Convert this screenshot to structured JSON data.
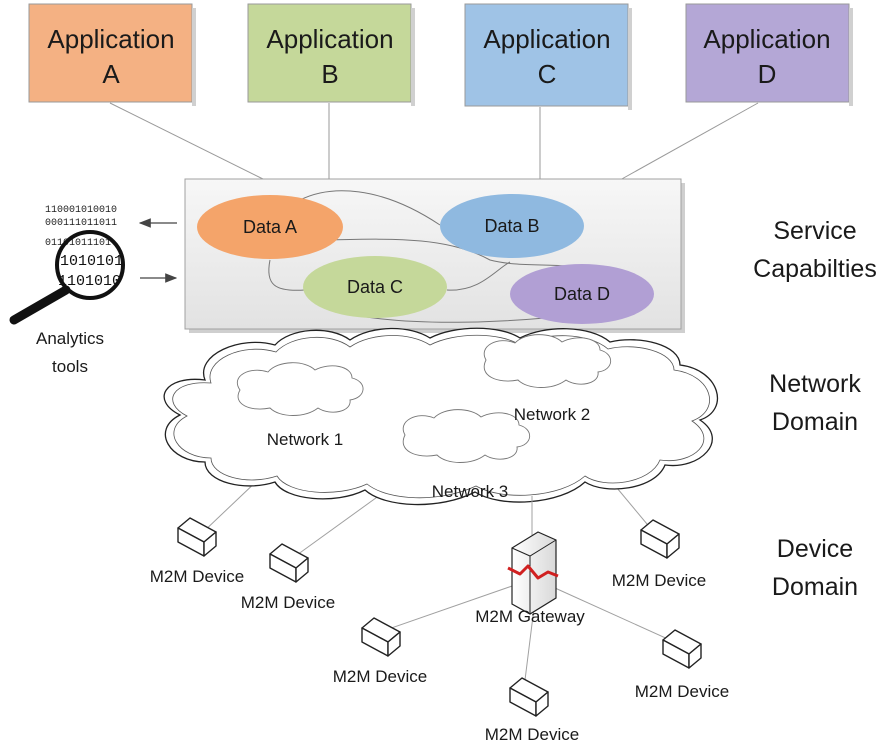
{
  "applications": [
    {
      "line1": "Application",
      "line2": "A",
      "color": "#f4b183"
    },
    {
      "line1": "Application",
      "line2": "B",
      "color": "#c5d89a"
    },
    {
      "line1": "Application",
      "line2": "C",
      "color": "#9fc3e6"
    },
    {
      "line1": "Application",
      "line2": "D",
      "color": "#b4a7d6"
    }
  ],
  "data_nodes": [
    {
      "label": "Data A",
      "color": "#f4a46a"
    },
    {
      "label": "Data B",
      "color": "#8fb9e0"
    },
    {
      "label": "Data C",
      "color": "#c5d89a"
    },
    {
      "label": "Data D",
      "color": "#b19fd4"
    }
  ],
  "analytics": {
    "label_line1": "Analytics",
    "label_line2": "tools",
    "binary": [
      "110001010010",
      "000111011011",
      "01101011101",
      "1010101",
      "1101010"
    ]
  },
  "side_labels": {
    "service": [
      "Service",
      "Capabilties"
    ],
    "network": [
      "Network",
      "Domain"
    ],
    "device": [
      "Device",
      "Domain"
    ]
  },
  "networks": [
    "Network 1",
    "Network 2",
    "Network 3"
  ],
  "gateway_label": "M2M Gateway",
  "device_label": "M2M Device",
  "colors": {
    "service_panel": "#eeeeee",
    "line": "#9a9a9a",
    "gateway_bolt": "#d02020"
  }
}
